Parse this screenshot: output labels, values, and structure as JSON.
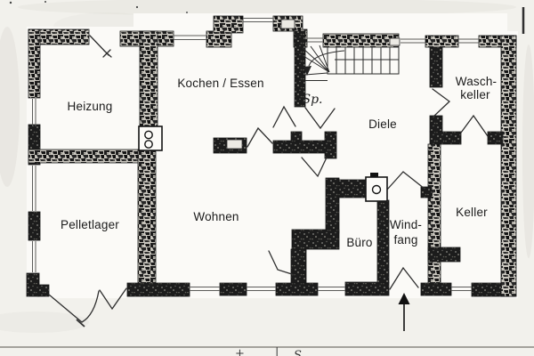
{
  "document": {
    "kind": "scanned basement floor plan",
    "colors": {
      "paper": "#f2f1ec",
      "room_fill": "#fbfaf7",
      "ink": "#1b1b1b",
      "wall_texture": "#1e1e1e",
      "thin_line": "#5c5c5a"
    }
  },
  "rooms": [
    {
      "id": "heizung",
      "label": "Heizung"
    },
    {
      "id": "kochen-essen",
      "label": "Kochen / Essen"
    },
    {
      "id": "waschkeller",
      "line1": "Wasch-",
      "line2": "keller"
    },
    {
      "id": "diele",
      "label": "Diele"
    },
    {
      "id": "speis",
      "label": "Sp."
    },
    {
      "id": "pelletlager",
      "label": "Pelletlager"
    },
    {
      "id": "wohnen",
      "label": "Wohnen"
    },
    {
      "id": "buero",
      "label": "Büro"
    },
    {
      "id": "windfang",
      "line1": "Wind-",
      "line2": "fang"
    },
    {
      "id": "keller",
      "label": "Keller"
    }
  ],
  "icons": {
    "entrance_arrow": "filled-up-arrow",
    "stair_direction_arrow": "curved-down-arrow",
    "stove_symbol": "two-circles-in-box",
    "fixture_symbol": "circle-in-box",
    "stairs": "treads-with-winder"
  },
  "annotations": {
    "cutoff": [
      "+",
      "|",
      "S"
    ]
  }
}
